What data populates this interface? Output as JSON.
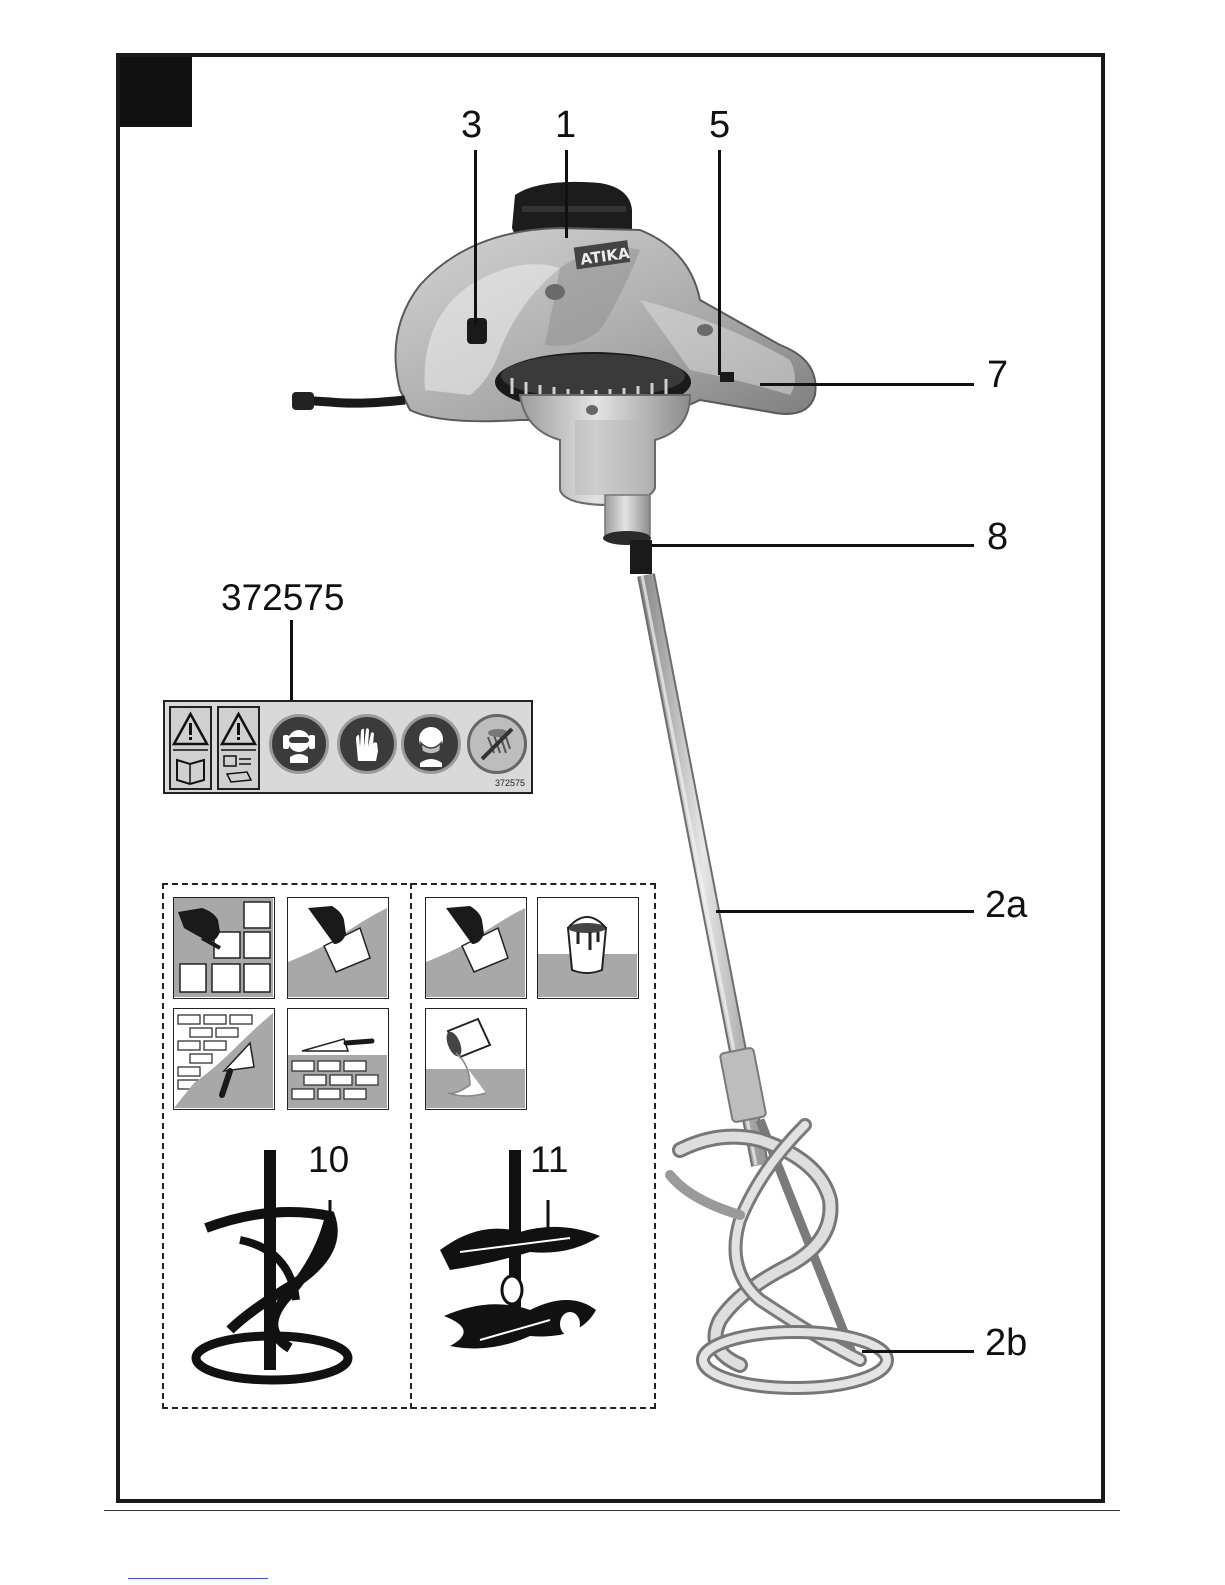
{
  "figure": {
    "callouts": {
      "c3": "3",
      "c1": "1",
      "c5": "5",
      "c7": "7",
      "c8": "8",
      "c2a": "2a",
      "c2b": "2b"
    },
    "safety_label_code": "372575",
    "safety_label_small_code": "372575",
    "brand_on_housing": "ATIKA",
    "stirrer_types": {
      "spiral": "10",
      "paddle": "11"
    }
  },
  "icons": {
    "warning_read_manual": "warning-read-manual-icon",
    "warning_unplug": "warning-unplug-icon",
    "ear_eye_protection": "ear-eye-protection-icon",
    "gloves": "gloves-icon",
    "dust_mask": "dust-mask-icon",
    "no_spray": "no-spray-icon"
  },
  "colors": {
    "frame": "#1a1a1a",
    "label_background": "#d9d9d9",
    "tile_fill": "#a8a8a8",
    "metal": "#c8c8c8"
  }
}
